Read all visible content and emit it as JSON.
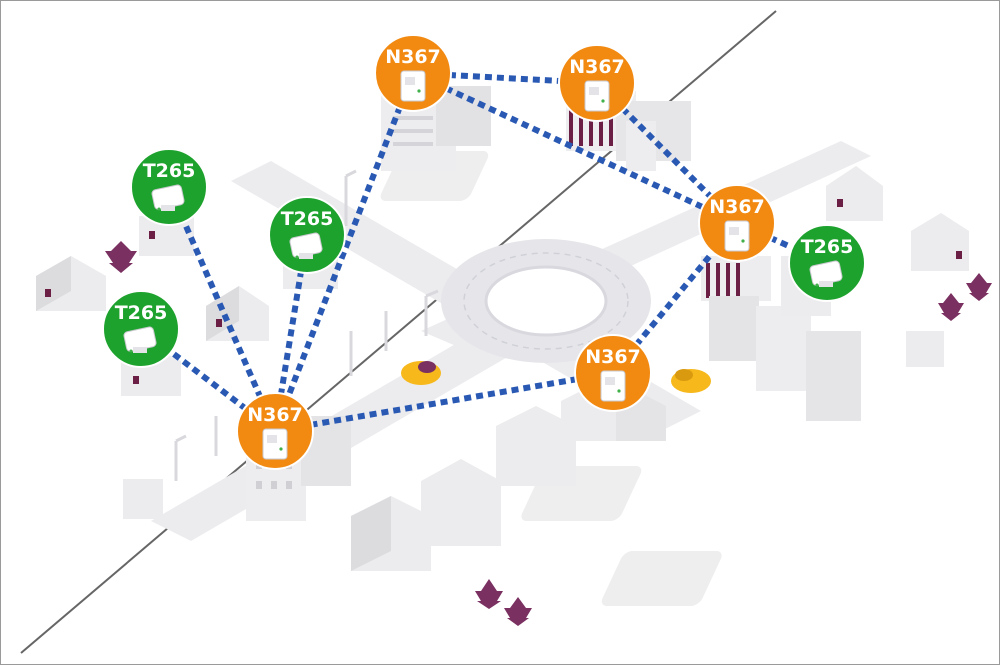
{
  "colors": {
    "mesh_node": "#f28a12",
    "client_node": "#1ea22e",
    "link": "#2a59b4",
    "road": "#e9e9ec",
    "building": "#ebebed",
    "accent_building": "#6b1f45",
    "tree": "#7a3060",
    "car": "#f6b81a"
  },
  "nodes": [
    {
      "id": "n1",
      "label": "N367",
      "kind": "mesh",
      "icon": "router-icon"
    },
    {
      "id": "n2",
      "label": "N367",
      "kind": "mesh",
      "icon": "router-icon"
    },
    {
      "id": "n3",
      "label": "N367",
      "kind": "mesh",
      "icon": "router-icon"
    },
    {
      "id": "n4",
      "label": "N367",
      "kind": "mesh",
      "icon": "router-icon"
    },
    {
      "id": "n5",
      "label": "N367",
      "kind": "mesh",
      "icon": "router-icon"
    },
    {
      "id": "t1",
      "label": "T265",
      "kind": "client",
      "icon": "cpe-icon"
    },
    {
      "id": "t2",
      "label": "T265",
      "kind": "client",
      "icon": "cpe-icon"
    },
    {
      "id": "t3",
      "label": "T265",
      "kind": "client",
      "icon": "cpe-icon"
    },
    {
      "id": "t4",
      "label": "T265",
      "kind": "client",
      "icon": "cpe-icon"
    }
  ],
  "links": [
    [
      "n1",
      "n2"
    ],
    [
      "n1",
      "n3"
    ],
    [
      "n2",
      "n3"
    ],
    [
      "n1",
      "n5"
    ],
    [
      "n5",
      "n4"
    ],
    [
      "n4",
      "n3"
    ],
    [
      "n3",
      "t4"
    ],
    [
      "n5",
      "t1"
    ],
    [
      "n5",
      "t2"
    ],
    [
      "n5",
      "t3"
    ]
  ]
}
